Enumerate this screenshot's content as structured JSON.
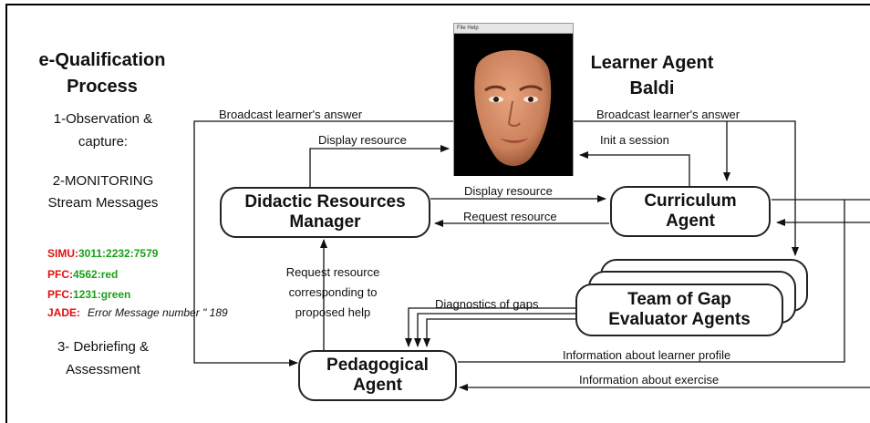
{
  "process": {
    "title_line1": "e-Qualification",
    "title_line2": "Process",
    "step1_line1": "1-Observation &",
    "step1_line2": "capture:",
    "step2_line1": "2-MONITORING",
    "step2_line2": "Stream Messages",
    "stream": [
      {
        "prefix": "SIMU:",
        "value": "3011:2232:7579",
        "prefix_color": "#e01010",
        "value_color": "#19a019"
      },
      {
        "prefix": "PFC:",
        "value": "4562:red",
        "prefix_color": "#e01010",
        "value_color": "#19a019"
      },
      {
        "prefix": "PFC:",
        "value": "1231:green",
        "prefix_color": "#e01010",
        "value_color": "#19a019"
      },
      {
        "prefix": "JADE:",
        "value": "Error Message number \" 189",
        "prefix_color": "#e01010",
        "value_color": "#111111"
      }
    ],
    "step3_line1": "3- Debriefing &",
    "step3_line2": "Assessment"
  },
  "learner": {
    "title_line1": "Learner Agent",
    "title_line2": "Baldi",
    "window_menu": "File   Help"
  },
  "nodes": {
    "drm_line1": "Didactic Resources",
    "drm_line2": "Manager",
    "curriculum_line1": "Curriculum",
    "curriculum_line2": "Agent",
    "gap_line1": "Team of Gap",
    "gap_line2": "Evaluator Agents",
    "ped_line1": "Pedagogical",
    "ped_line2": "Agent"
  },
  "edges": {
    "broadcast_left": "Broadcast learner's answer",
    "broadcast_right": "Broadcast learner's answer",
    "display_resource_top": "Display resource",
    "init_session": "Init a session",
    "display_resource_mid": "Display resource",
    "request_resource": "Request resource",
    "request_help_line1": "Request resource",
    "request_help_line2": "corresponding to",
    "request_help_line3": "proposed help",
    "diagnostics": "Diagnostics of gaps",
    "learner_profile": "Information about learner profile",
    "exercise": "Information about exercise"
  },
  "face_colors": {
    "skin": "#d8906a",
    "shadow": "#a85f3e",
    "background": "#000000"
  }
}
